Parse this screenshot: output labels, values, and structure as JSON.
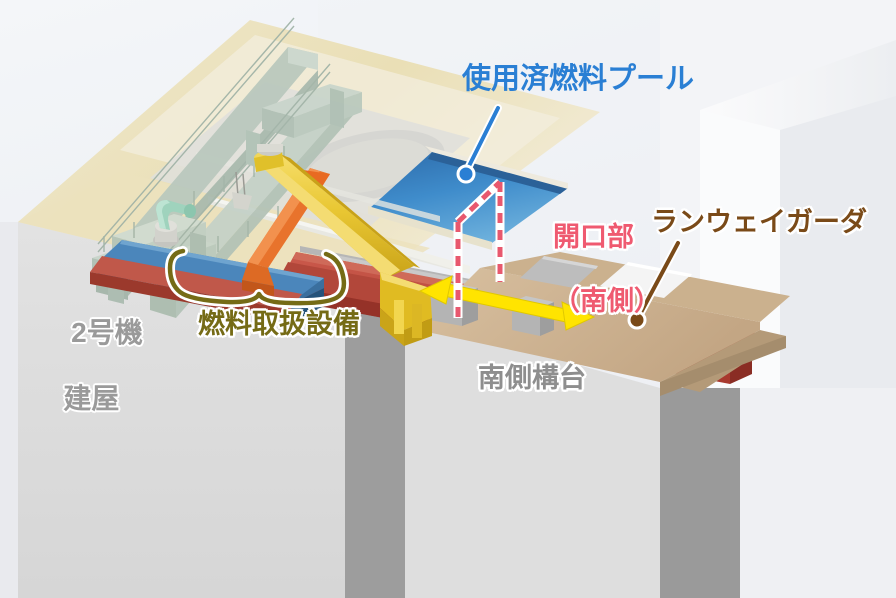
{
  "figure": {
    "kind": "isometric-cutaway-illustration",
    "subject": "Unit 2 reactor building spent fuel pool and fuel handling facility",
    "background_color": "#eef0f4"
  },
  "labels": {
    "spent_fuel_pool": {
      "text": "使用済燃料プール",
      "color": "#2a7fd4",
      "leader": "line-with-dot"
    },
    "opening_south": {
      "line1": "開口部",
      "line2": "（南側）",
      "color": "#ef5a70",
      "marker": "red-dashed-outline"
    },
    "runway_girder": {
      "text": "ランウェイガーダ",
      "color": "#7a4a18",
      "leader": "line-with-dot"
    },
    "fuel_handling_equipment": {
      "text": "燃料取扱設備",
      "color": "#756b16",
      "marker": "curly-brace"
    },
    "unit2_building": {
      "line1": "2号機",
      "line2": "建屋",
      "color": "#9a9a9a"
    },
    "south_gantry_deck": {
      "text": "南側構台",
      "color": "#8e8e8e"
    }
  },
  "colors": {
    "background": "#eef0f4",
    "building_wall": "#dcdcdc",
    "building_wall_shadow": "#9e9e9e",
    "floor_cream": "#ede0bc",
    "floor_light": "#f0ead3",
    "pool_water": "#3b86c8",
    "deck_tan": "#cdb391",
    "girder_red": "#b8453a",
    "girder_red_light": "#c8584a",
    "equipment_blue": "#2f6ea8",
    "boom_yellow": "#e8c431",
    "arm_orange": "#e8732c",
    "arm_mint": "#9fd3bd",
    "crane_green_gray": "#b6c6bb",
    "arrow_yellow": "#ffe400",
    "dashed_pink": "#e8586e"
  },
  "annotations": {
    "travel_arrow": {
      "type": "double-headed-arrow",
      "color": "#ffe400",
      "meaning": "girder travel direction"
    }
  }
}
